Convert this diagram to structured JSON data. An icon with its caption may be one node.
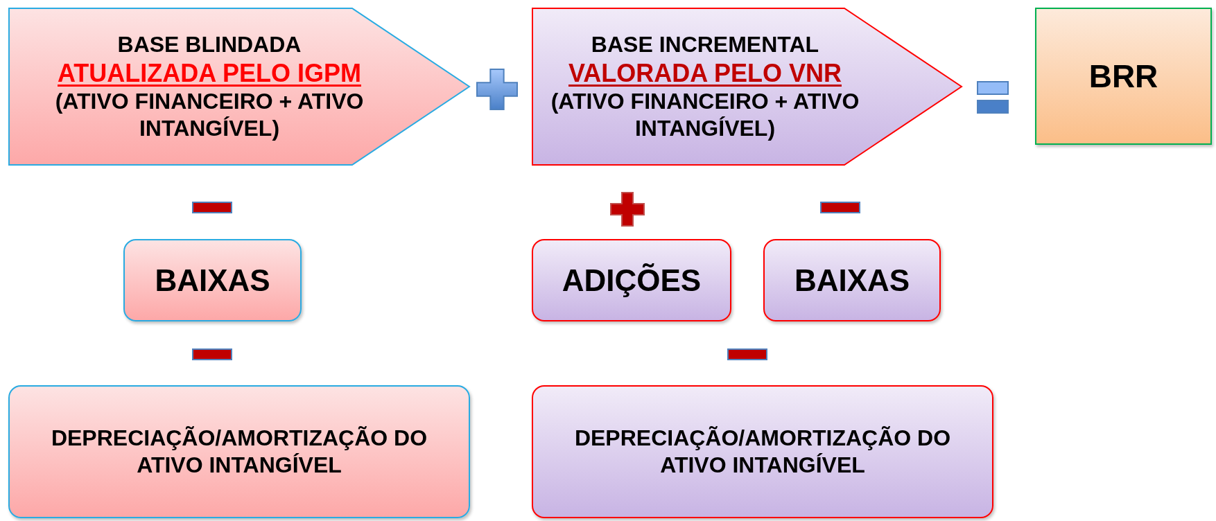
{
  "diagram": {
    "nodes": [
      {
        "text": [
          "BASE BLINDADA",
          "ATUALIZADA PELO IGPM",
          "(ATIVO FINANCEIRO + ATIVO INTANGÍVEL)"
        ]
      },
      {
        "text": [
          "BASE INCREMENTAL",
          "VALORADA PELO VNR",
          "(ATIVO FINANCEIRO + ATIVO INTANGÍVEL)"
        ]
      },
      {
        "text": [
          "BRR"
        ]
      },
      {
        "text": [
          "BAIXAS"
        ]
      },
      {
        "text": [
          "ADIÇÕES"
        ]
      },
      {
        "text": [
          "BAIXAS"
        ]
      },
      {
        "text": [
          "DEPRECIAÇÃO/AMORTIZAÇÃO DO ATIVO INTANGÍVEL"
        ]
      },
      {
        "text": [
          "DEPRECIAÇÃO/AMORTIZAÇÃO DO ATIVO INTANGÍVEL"
        ]
      }
    ],
    "edges": []
  }
}
